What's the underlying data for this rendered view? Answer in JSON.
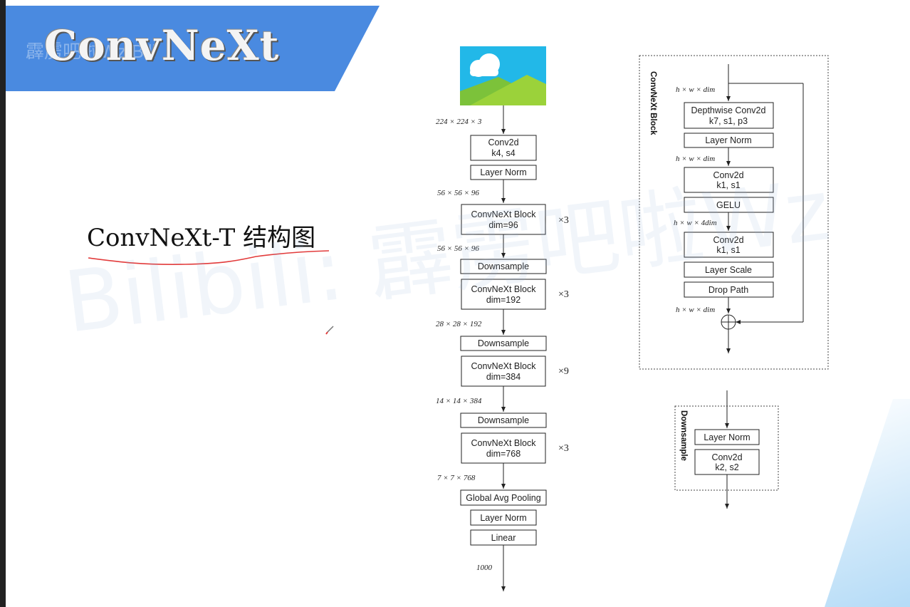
{
  "header": {
    "title": "ConvNeXt",
    "banner_watermark": "霹雳吧啦Wz Bili"
  },
  "slide_title": "ConvNeXt-T 结构图",
  "watermark": "Bilibili: 霹雳吧啦Wz",
  "main_flow": {
    "input_dim": "224 × 224 × 3",
    "stem": [
      [
        "Conv2d",
        "k4, s4"
      ],
      [
        "Layer Norm"
      ]
    ],
    "stages": [
      {
        "dim_in": "56 × 56 × 96",
        "block": [
          "ConvNeXt Block",
          "dim=96"
        ],
        "repeat": "×3"
      },
      {
        "dim_in": "56 × 56 × 96",
        "downsample": "Downsample",
        "block": [
          "ConvNeXt Block",
          "dim=192"
        ],
        "repeat": "×3"
      },
      {
        "dim_in": "28 × 28 × 192",
        "downsample": "Downsample",
        "block": [
          "ConvNeXt Block",
          "dim=384"
        ],
        "repeat": "×9"
      },
      {
        "dim_in": "14 × 14 × 384",
        "downsample": "Downsample",
        "block": [
          "ConvNeXt Block",
          "dim=768"
        ],
        "repeat": "×3"
      }
    ],
    "head_dim": "7 × 7 × 768",
    "head": [
      "Global Avg Pooling",
      "Layer Norm",
      "Linear"
    ],
    "output": "1000"
  },
  "block_detail": {
    "label": "ConvNeXt Block",
    "dims": [
      "h × w × dim",
      "h × w × dim",
      "h × w × 4dim",
      "h × w × dim"
    ],
    "layers": [
      [
        "Depthwise Conv2d",
        "k7, s1, p3"
      ],
      [
        "Layer Norm"
      ],
      [
        "Conv2d",
        "k1, s1"
      ],
      [
        "GELU"
      ],
      [
        "Conv2d",
        "k1, s1"
      ],
      [
        "Layer Scale"
      ],
      [
        "Drop Path"
      ]
    ],
    "add_symbol": "+"
  },
  "downsample_detail": {
    "label": "Downsample",
    "layers": [
      [
        "Layer Norm"
      ],
      [
        "Conv2d",
        "k2, s2"
      ]
    ]
  },
  "colors": {
    "banner": "#4a8ae0",
    "image_sky": "#22b8e8",
    "image_hill": "#9bd23a"
  }
}
